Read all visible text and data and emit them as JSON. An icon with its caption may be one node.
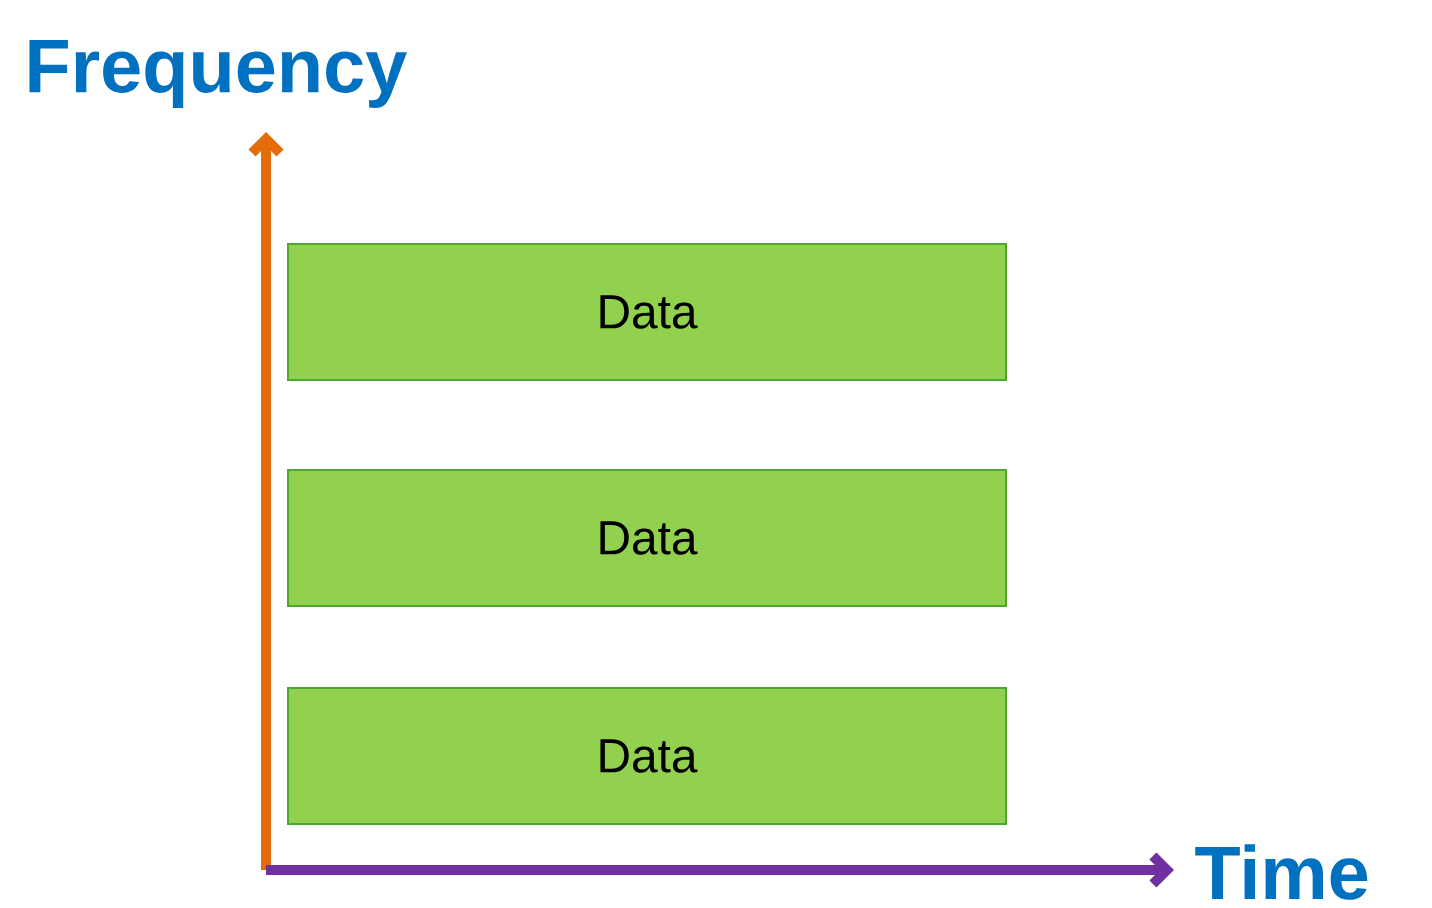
{
  "diagram": {
    "nodes": [
      {
        "text": [
          "Data"
        ]
      },
      {
        "text": [
          "Data"
        ]
      },
      {
        "text": [
          "Data"
        ]
      }
    ],
    "labels": [
      "Frequency",
      "Time"
    ]
  }
}
